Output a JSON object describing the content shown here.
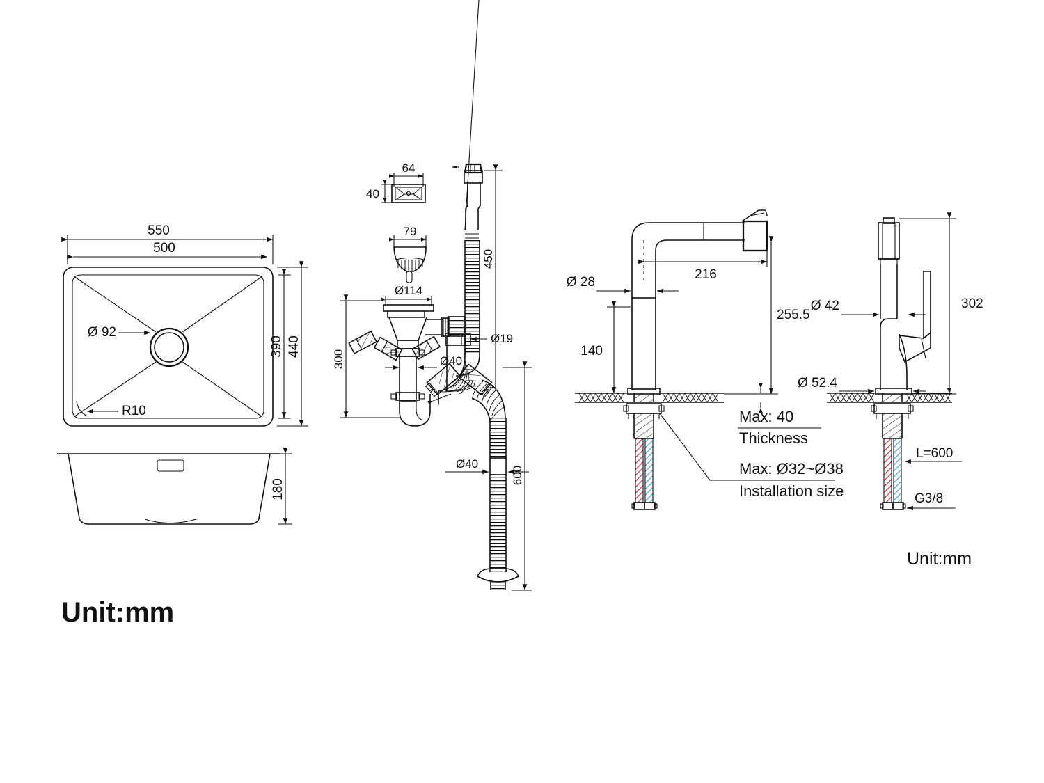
{
  "drawing": {
    "title": "Sink and faucet installation dimension drawing",
    "unit_label_main": "Unit:mm",
    "unit_label_secondary": "Unit:mm"
  },
  "sink_top_view": {
    "name": "sink-top-view",
    "dims": {
      "outer_width": "550",
      "inner_width": "500",
      "outer_depth": "440",
      "inner_depth": "390",
      "drain_dia": "Ø 92",
      "corner_radius": "R10"
    }
  },
  "sink_side_view": {
    "name": "sink-side-view",
    "dims": {
      "bowl_depth": "180"
    }
  },
  "waste_assembly": {
    "name": "waste-drain-assembly",
    "dims": {
      "overflow_cover_width": "64",
      "overflow_cover_height": "40",
      "strainer_basket_width": "79",
      "flange_dia": "Ø114",
      "overflow_hose_length": "450",
      "overflow_connector_dia": "Ø19",
      "waste_pipe_dia": "Ø40",
      "trap_height": "300",
      "flex_pipe_dia": "Ø40",
      "flex_pipe_length": "600"
    }
  },
  "faucet_front_view": {
    "name": "faucet-front-view",
    "dims": {
      "spout_tube_dia": "Ø 28",
      "spout_reach": "216",
      "spout_height": "255.5",
      "body_height": "140"
    },
    "notes": [
      {
        "value": "Max: 40",
        "label": "Thickness"
      },
      {
        "value": "Max: Ø32~Ø38",
        "label": "Installation size"
      }
    ]
  },
  "faucet_side_view": {
    "name": "faucet-side-view",
    "dims": {
      "body_dia": "Ø 42",
      "base_dia": "Ø 52.4",
      "total_height": "302",
      "hose_length": "L=600",
      "hose_thread": "G3/8"
    }
  },
  "colors": {
    "line": "#111111",
    "hot_hose": "#d62b2b",
    "cold_hose": "#2aa8e0",
    "background": "#ffffff"
  }
}
